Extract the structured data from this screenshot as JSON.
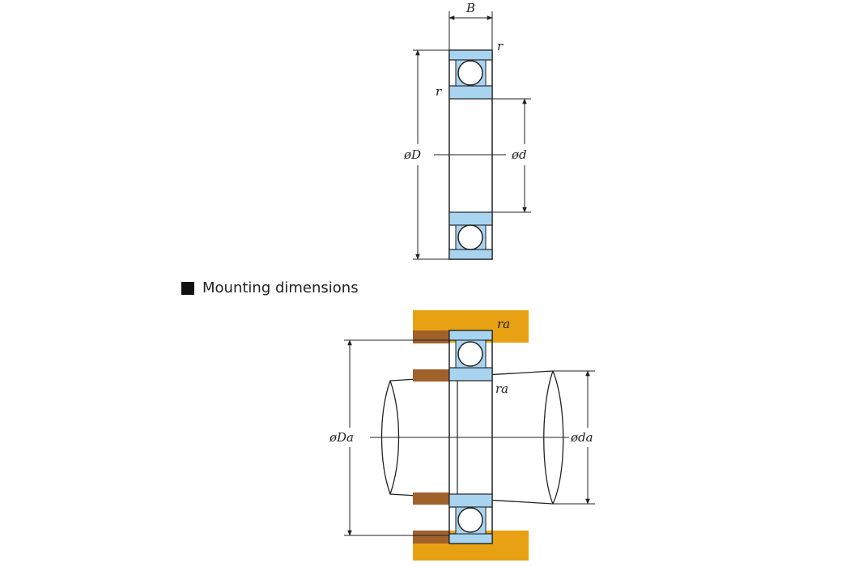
{
  "top_diagram": {
    "width_label": "B",
    "chamfer_label_top": "r",
    "chamfer_label_left": "r",
    "outer_dia_label": "øD",
    "bore_label": "ød"
  },
  "section": {
    "heading": "Mounting dimensions"
  },
  "mounting_diagram": {
    "housing_fillet_label": "ra",
    "shaft_fillet_label": "ra",
    "housing_dia_label": "øDa",
    "shaft_dia_label": "øda"
  },
  "colors": {
    "ring_fill": "#a8d4f0",
    "housing_fill": "#e8a112",
    "shoulder_fill": "#a0612a",
    "line": "#222222"
  }
}
